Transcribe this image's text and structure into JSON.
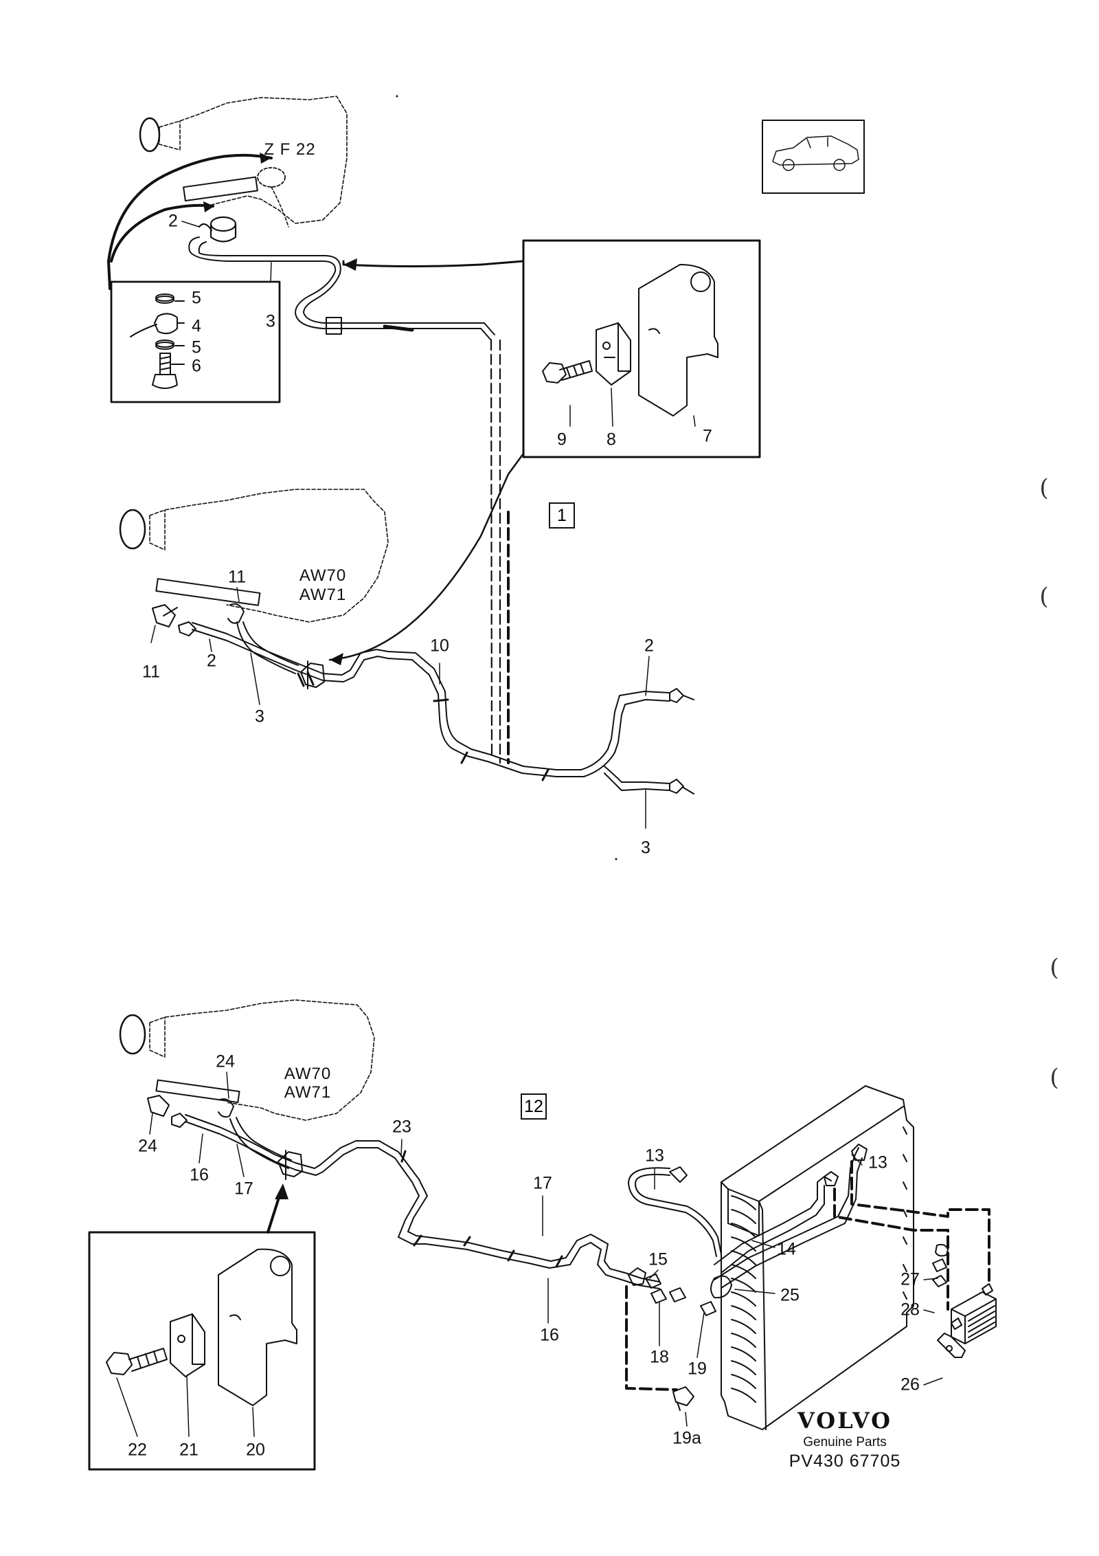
{
  "diagram": {
    "section_markers": [
      "1",
      "12"
    ],
    "transmission_labels": {
      "zf": "Z F 22",
      "aw_upper": [
        "AW70",
        "AW71"
      ],
      "aw_lower": [
        "AW70",
        "AW71"
      ]
    },
    "callouts_upper": {
      "inset_washer_top": "5",
      "inset_union": "4",
      "inset_washer_bottom": "5",
      "inset_bolt": "6",
      "zf_pipe_2": "2",
      "zf_pipe_3": "3",
      "clamp_bolt": "9",
      "clamp_block": "8",
      "clamp_bracket": "7",
      "aw_union_top": "11",
      "aw_union_left": "11",
      "aw_pipe_2": "2",
      "aw_pipe_3": "3",
      "aw_pipe_10": "10",
      "end_pipe_2": "2",
      "end_pipe_3": "3"
    },
    "callouts_lower": {
      "union_top": "24",
      "union_left": "24",
      "pipe_16_left": "16",
      "pipe_17_left": "17",
      "pipe_23": "23",
      "pipe_17_mid": "17",
      "pipe_16_mid": "16",
      "hose_13_left": "13",
      "hose_13_right": "13",
      "pipe_14": "14",
      "fitting_15": "15",
      "grommet_25": "25",
      "fitting_18": "18",
      "fitting_19": "19",
      "fitting_19a": "19a",
      "bolt_27": "27",
      "washer_28": "28",
      "cooler_26": "26",
      "inset_bolt_22": "22",
      "inset_block_21": "21",
      "inset_bracket_20": "20"
    },
    "margin_marks": [
      "(",
      "(",
      "(",
      "("
    ]
  },
  "brand": {
    "logo": "VOLVO",
    "subtitle": "Genuine Parts",
    "code": "PV430 67705"
  },
  "icons": [
    "car-thumbnail-icon"
  ]
}
